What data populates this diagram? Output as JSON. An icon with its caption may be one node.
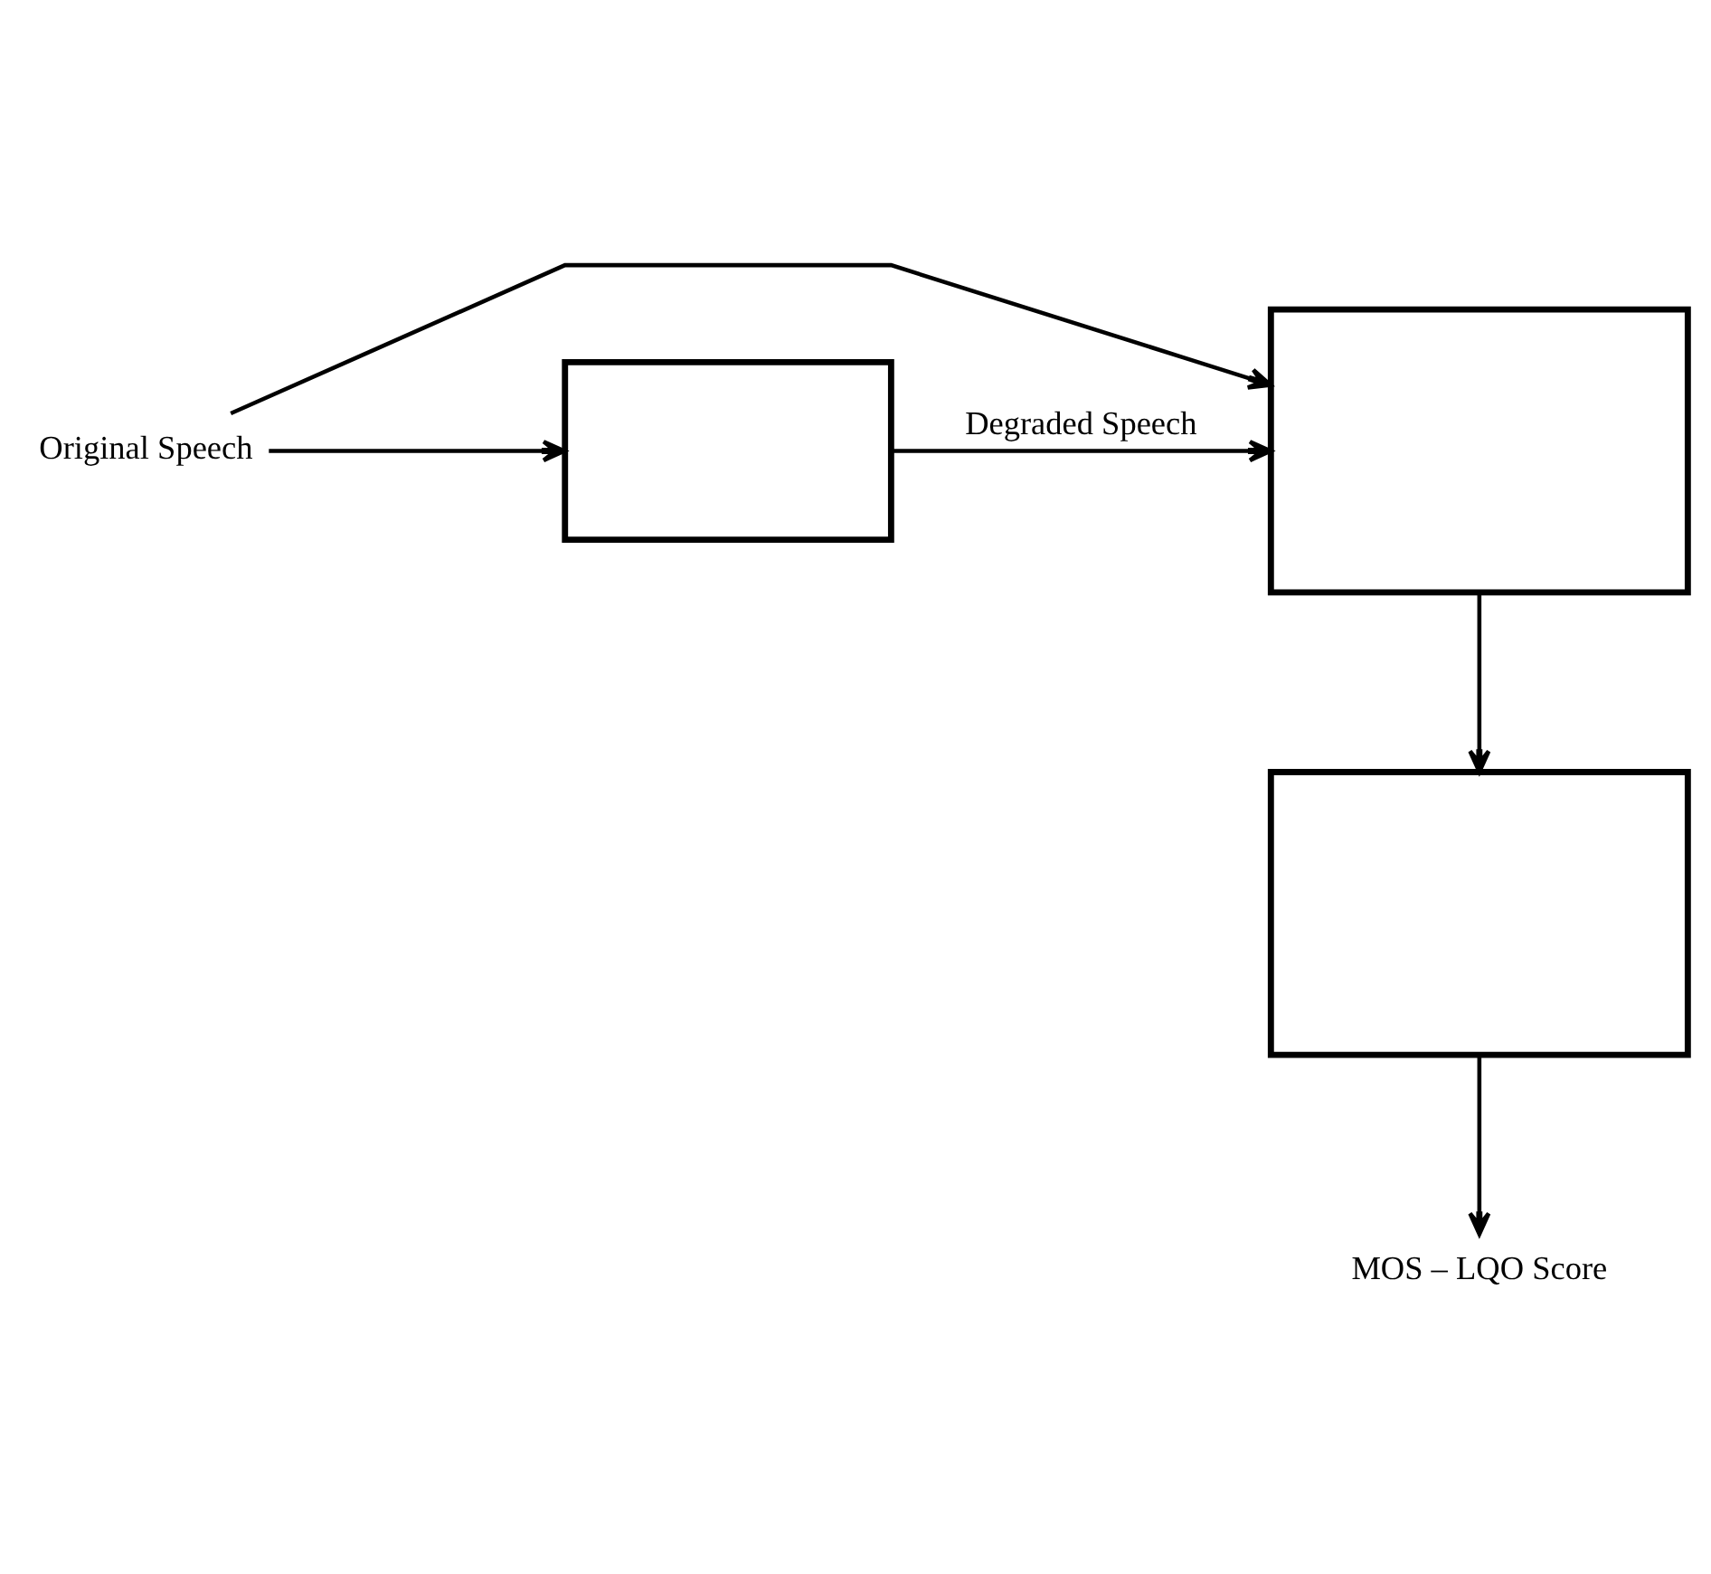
{
  "diagram": {
    "nodes": [
      {
        "text": [
          "Original Speech"
        ]
      },
      {
        "text": [],
        "shape": "box"
      },
      {
        "text": [],
        "shape": "box"
      },
      {
        "text": [],
        "shape": "box"
      },
      {
        "text": [
          "MOS – LQO Score"
        ]
      }
    ],
    "edges": [
      {
        "from": 0,
        "to": 1,
        "arrow": "to"
      },
      {
        "from": 0,
        "to": 2,
        "arrow": "to"
      },
      {
        "from": 1,
        "to": 2,
        "arrow": "to",
        "label": "Degraded Speech"
      },
      {
        "from": 2,
        "to": 3,
        "arrow": "to"
      },
      {
        "from": 3,
        "to": 4,
        "arrow": "to"
      }
    ]
  }
}
